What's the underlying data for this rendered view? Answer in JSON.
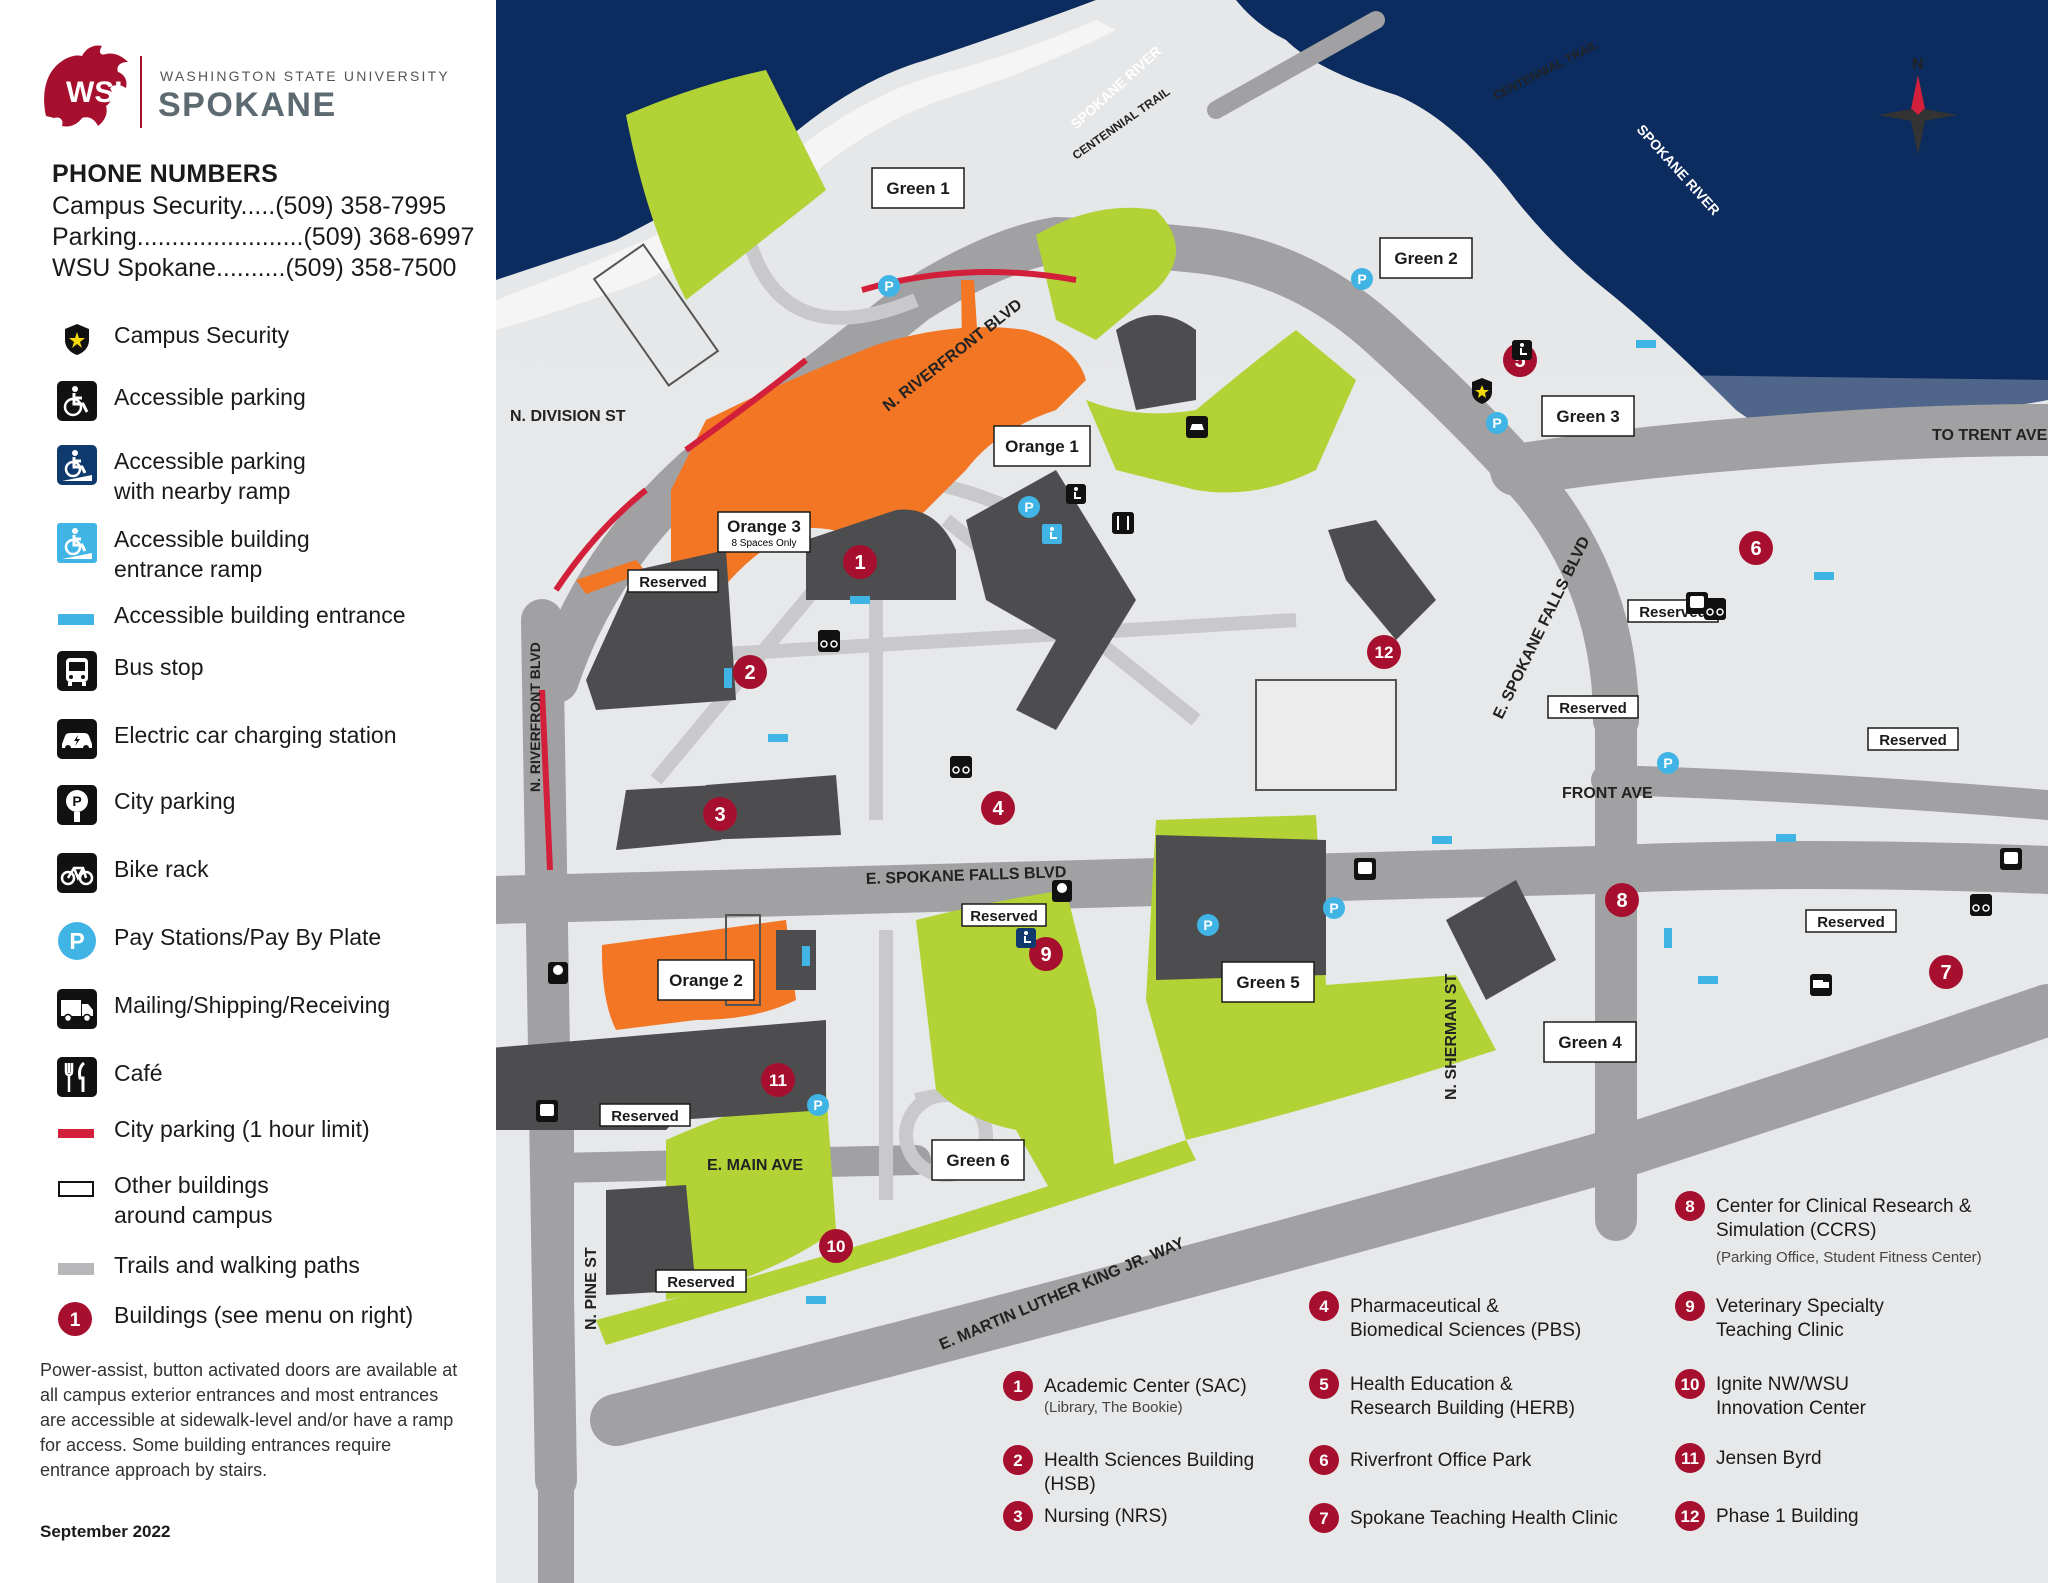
{
  "logo": {
    "university": "WASHINGTON STATE UNIVERSITY",
    "campus": "SPOKANE"
  },
  "phones": {
    "title": "PHONE NUMBERS",
    "rows": [
      {
        "label": "Campus Security",
        "number": "(509) 358-7995"
      },
      {
        "label": "Parking",
        "number": "(509) 368-6997"
      },
      {
        "label": "WSU Spokane",
        "number": "(509) 358-7500"
      }
    ]
  },
  "legend": [
    {
      "label": "Campus Security",
      "icon": "security-badge-icon"
    },
    {
      "label": "Accessible parking",
      "icon": "accessible-parking-icon"
    },
    {
      "label": "Accessible parking\nwith nearby ramp",
      "icon": "accessible-ramp-parking-icon"
    },
    {
      "label": "Accessible building\nentrance ramp",
      "icon": "accessible-entrance-ramp-icon"
    },
    {
      "label": "Accessible building entrance",
      "icon": "accessible-entrance-bar-icon"
    },
    {
      "label": "Bus stop",
      "icon": "bus-icon"
    },
    {
      "label": "Electric car charging station",
      "icon": "ev-charging-icon"
    },
    {
      "label": "City parking",
      "icon": "parking-meter-icon"
    },
    {
      "label": "Bike rack",
      "icon": "bike-rack-icon"
    },
    {
      "label": "Pay Stations/Pay By Plate",
      "icon": "pay-station-icon"
    },
    {
      "label": "Mailing/Shipping/Receiving",
      "icon": "shipping-truck-icon"
    },
    {
      "label": "Café",
      "icon": "cafe-icon"
    },
    {
      "label": "City parking (1 hour limit)",
      "icon": "city-parking-limit-line-icon"
    },
    {
      "label": "Other buildings\naround campus",
      "icon": "other-building-outline-icon"
    },
    {
      "label": "Trails and walking paths",
      "icon": "trail-path-icon"
    },
    {
      "label": "Buildings (see menu on right)",
      "icon": "building-number-icon"
    }
  ],
  "note": "Power-assist, button activated doors are available at all campus exterior entrances and most entrances are accessible at sidewalk-level and/or have a ramp for access. Some building entrances require entrance approach by stairs.",
  "date": "September 2022",
  "colors": {
    "river": "#0c2b5e",
    "green_lot": "#b2d235",
    "orange_lot": "#f27623",
    "building": "#4d4d4f",
    "road": "#a1a1a3",
    "brand": "#a60f2d",
    "entrance": "#40b4e5"
  },
  "map": {
    "compass": "N",
    "rivers": [
      "SPOKANE RIVER",
      "SPOKANE RIVER"
    ],
    "trails": [
      "CENTENNIAL TRAIL",
      "CENTENNIAL TRAIL"
    ],
    "roads": {
      "division": "N. DIVISION ST",
      "trent": "TO TRENT AVE",
      "riverfront_top": "N. RIVERFRONT BLVD",
      "riverfront_side": "N. RIVERFRONT BLVD",
      "spokane_falls": "E. SPOKANE FALLS BLVD",
      "spokane_falls_ne": "E. SPOKANE FALLS BLVD",
      "front": "FRONT AVE",
      "main": "E. MAIN AVE",
      "pine": "N. PINE ST",
      "sherman": "N. SHERMAN ST",
      "mlk": "E. MARTIN LUTHER KING JR. WAY"
    },
    "lots": {
      "green1": "Green 1",
      "green2": "Green 2",
      "green3": "Green 3",
      "green4": "Green 4",
      "green5": "Green 5",
      "green6": "Green 6",
      "orange1": "Orange 1",
      "orange2": "Orange 2",
      "orange3": "Orange 3",
      "orange3_note": "8 Spaces Only"
    },
    "reserved": "Reserved"
  },
  "menu": [
    {
      "num": "1",
      "name": "Academic Center (SAC)",
      "sub": "(Library, The Bookie)"
    },
    {
      "num": "2",
      "name": "Health Sciences Building\n(HSB)",
      "sub": ""
    },
    {
      "num": "3",
      "name": "Nursing (NRS)",
      "sub": ""
    },
    {
      "num": "4",
      "name": "Pharmaceutical &\nBiomedical Sciences (PBS)",
      "sub": ""
    },
    {
      "num": "5",
      "name": "Health Education &\nResearch Building (HERB)",
      "sub": ""
    },
    {
      "num": "6",
      "name": "Riverfront Office Park",
      "sub": ""
    },
    {
      "num": "7",
      "name": "Spokane Teaching Health Clinic",
      "sub": ""
    },
    {
      "num": "8",
      "name": "Center for Clinical Research &\nSimulation (CCRS)",
      "sub": "(Parking Office, Student Fitness Center)"
    },
    {
      "num": "9",
      "name": "Veterinary Specialty\nTeaching Clinic",
      "sub": ""
    },
    {
      "num": "10",
      "name": "Ignite NW/WSU\nInnovation Center",
      "sub": ""
    },
    {
      "num": "11",
      "name": "Jensen Byrd",
      "sub": ""
    },
    {
      "num": "12",
      "name": "Phase 1 Building",
      "sub": ""
    }
  ]
}
